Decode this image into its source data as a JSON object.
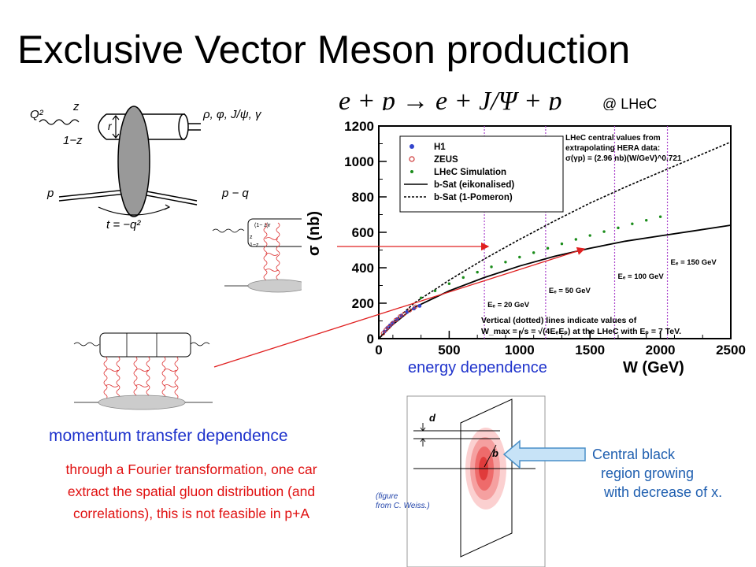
{
  "slide": {
    "title": "Exclusive Vector Meson production",
    "reaction": "e + p → e + J/Ψ + p",
    "at_label": "@ LHeC",
    "energy_label": "energy dependence",
    "momentum_label": "momentum transfer dependence",
    "fourier_lines": [
      "through a Fourier transformation, one car",
      "extract the spatial gluon distribution (and",
      "correlations), this is not feasible in p+A"
    ]
  },
  "dipole_diagram": {
    "q2": "Q²",
    "z": "z",
    "one_minus_z": "1−z",
    "r": "r",
    "mesons": "ρ, φ, J/ψ, γ",
    "p": "p",
    "p_minus_q": "p − q",
    "t_eq": "t = −q²"
  },
  "gluon_diagram_small": {
    "top_label": "(1− z)r",
    "z_label": "z",
    "one_minus_z": "1−z"
  },
  "geometry_figure": {
    "d": "d",
    "b": "b",
    "caption_lines": [
      "Central black",
      "region growing",
      "with decrease of x."
    ],
    "credit_lines": [
      "(figure",
      "from C. Weiss.)"
    ]
  },
  "chart_data": {
    "type": "line",
    "title": "",
    "xlabel": "W  (GeV)",
    "ylabel": "σ  (nb)",
    "xlim": [
      0,
      2500
    ],
    "ylim": [
      0,
      1200
    ],
    "x_ticks": [
      "0",
      "500",
      "1000",
      "1500",
      "2000",
      "2500"
    ],
    "y_ticks": [
      "0",
      "200",
      "400",
      "600",
      "800",
      "1000",
      "1200"
    ],
    "legend_position": "top-left",
    "legend": [
      "H1",
      "ZEUS",
      "LHeC Simulation",
      "b-Sat (eikonalised)",
      "b-Sat (1-Pomeron)"
    ],
    "info_box": [
      "LHeC central values from",
      "extrapolating HERA data:",
      "σ(γp) = (2.96 nb)(W/GeV)^0.721"
    ],
    "vertical_line_text": [
      "Vertical (dotted) lines indicate values of",
      "W_max = √s = √(4EₑEₚ) at the LHeC with Eₚ = 7 TeV."
    ],
    "vertical_lines": [
      {
        "x": 750,
        "label": "Eₑ = 20 GeV"
      },
      {
        "x": 1185,
        "label": "Eₑ = 50 GeV"
      },
      {
        "x": 1675,
        "label": "Eₑ = 100 GeV"
      },
      {
        "x": 2050,
        "label": "Eₑ = 150 GeV"
      }
    ],
    "series": [
      {
        "name": "b-Sat (eikonalised)",
        "style": "solid",
        "x": [
          0,
          100,
          250,
          500,
          750,
          1000,
          1250,
          1500,
          1750,
          2000,
          2250,
          2500
        ],
        "y": [
          0,
          80,
          175,
          270,
          345,
          410,
          465,
          510,
          550,
          580,
          610,
          640
        ]
      },
      {
        "name": "b-Sat (1-Pomeron)",
        "style": "dashed",
        "x": [
          0,
          100,
          250,
          500,
          750,
          1000,
          1250,
          1500,
          1750,
          2000,
          2250,
          2500
        ],
        "y": [
          0,
          90,
          200,
          330,
          450,
          560,
          665,
          765,
          855,
          940,
          1025,
          1110
        ]
      },
      {
        "name": "LHeC Simulation",
        "style": "points",
        "x": [
          300,
          400,
          500,
          600,
          700,
          800,
          900,
          1000,
          1100,
          1200,
          1300,
          1400,
          1500,
          1600,
          1700,
          1800,
          1900,
          2000
        ],
        "y": [
          230,
          270,
          310,
          345,
          375,
          405,
          432,
          460,
          485,
          510,
          535,
          560,
          582,
          604,
          625,
          648,
          668,
          688
        ]
      },
      {
        "name": "H1",
        "style": "points",
        "x": [
          40,
          60,
          80,
          100,
          130,
          160,
          200,
          250,
          290
        ],
        "y": [
          40,
          60,
          75,
          90,
          110,
          130,
          150,
          170,
          185
        ]
      },
      {
        "name": "ZEUS",
        "style": "points",
        "x": [
          30,
          50,
          70,
          95,
          120,
          150,
          180,
          220,
          260
        ],
        "y": [
          30,
          50,
          65,
          85,
          105,
          125,
          140,
          160,
          180
        ]
      }
    ],
    "colors": {
      "H1": "#3344cc",
      "ZEUS": "#cc3333",
      "LHeC": "#1a8c1a",
      "vlines": "#aa44cc"
    }
  }
}
